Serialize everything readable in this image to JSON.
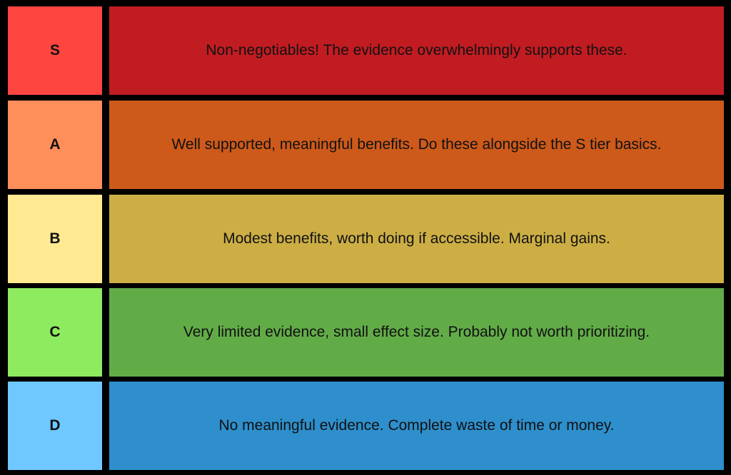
{
  "tiers": [
    {
      "label": "S",
      "description": "Non-negotiables! The evidence overwhelmingly supports these.",
      "label_color": "#ff4540",
      "desc_color": "#c11c22"
    },
    {
      "label": "A",
      "description": "Well supported, meaningful benefits. Do these alongside the S tier basics.",
      "label_color": "#ff8f5a",
      "desc_color": "#cd5a1a"
    },
    {
      "label": "B",
      "description": "Modest benefits, worth doing if accessible. Marginal gains.",
      "label_color": "#ffe991",
      "desc_color": "#ccae45"
    },
    {
      "label": "C",
      "description": "Very limited evidence, small effect size. Probably not worth prioritizing.",
      "label_color": "#8eea5f",
      "desc_color": "#62ac48"
    },
    {
      "label": "D",
      "description": "No meaningful evidence. Complete waste of time or money.",
      "label_color": "#6fc8ff",
      "desc_color": "#2e8fcc"
    }
  ],
  "background_color": "#000000"
}
